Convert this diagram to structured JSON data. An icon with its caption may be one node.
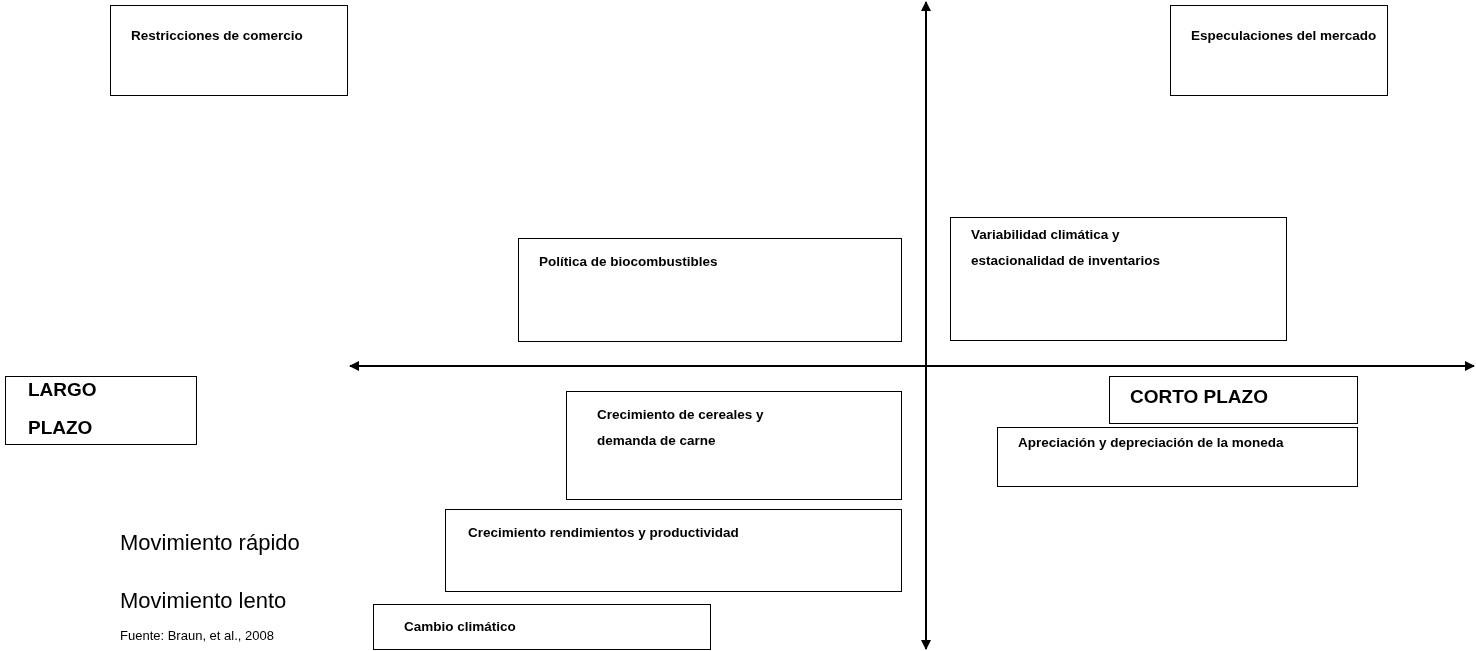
{
  "diagram": {
    "nodes": [
      {
        "text": [
          "Restricciones de comercio"
        ]
      },
      {
        "text": [
          "Especulaciones del mercado"
        ]
      },
      {
        "text": [
          "Política de biocombustibles"
        ]
      },
      {
        "text": [
          "Variabilidad climática y estacionalidad de inventarios"
        ]
      },
      {
        "text": [
          "LARGO PLAZO"
        ]
      },
      {
        "text": [
          "Crecimiento de cereales y demanda de carne"
        ]
      },
      {
        "text": [
          "CORTO PLAZO"
        ]
      },
      {
        "text": [
          "Apreciación y depreciación de la moneda"
        ]
      },
      {
        "text": [
          "Crecimiento rendimientos y productividad"
        ]
      },
      {
        "text": [
          "Cambio climático"
        ]
      }
    ],
    "edges": [],
    "labels": [
      "Movimiento rápido",
      "Movimiento lento",
      "Fuente: Braun, et al., 2008"
    ]
  }
}
